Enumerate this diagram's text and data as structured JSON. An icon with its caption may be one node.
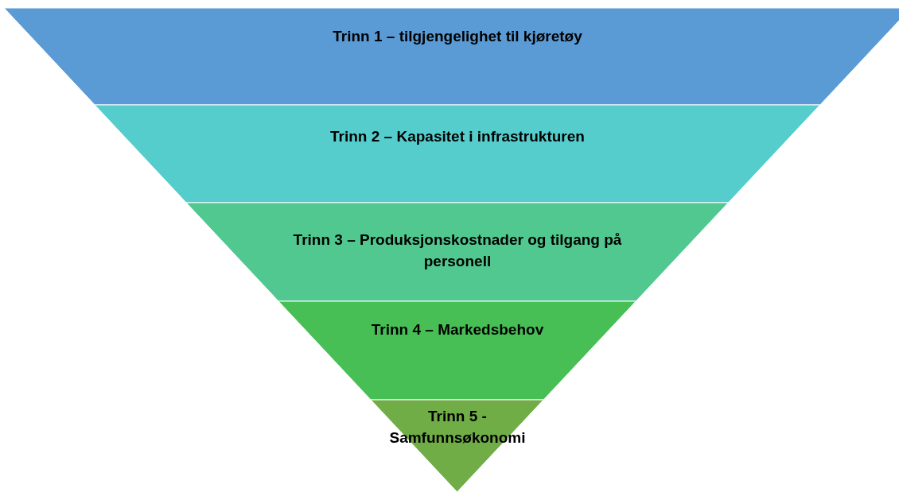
{
  "diagram": {
    "nodes": [
      {
        "text": [
          "Trinn 1 – tilgjengelighet til kjøretøy"
        ]
      },
      {
        "text": [
          "Trinn 2 – Kapasitet i infrastrukturen"
        ]
      },
      {
        "text": [
          "Trinn 3 – Produksjonskostnader og tilgang på personell"
        ]
      },
      {
        "text": [
          "Trinn 4 – Markedsbehov"
        ]
      },
      {
        "text": [
          "Trinn 5 - Samfunnsøkonomi"
        ]
      }
    ]
  }
}
